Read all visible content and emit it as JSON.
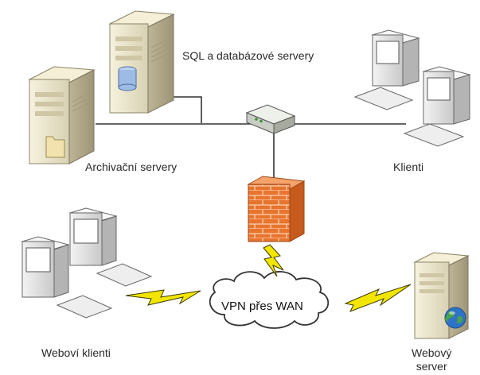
{
  "labels": {
    "sql": "SQL a databázové servery",
    "archive": "Archivační servery",
    "clients": "Klienti",
    "vpn": "VPN přes WAN",
    "web_clients": "Weboví klienti",
    "web_server_line1": "Webový",
    "web_server_line2": "server"
  },
  "colors": {
    "server_body": "#ece7cf",
    "monitor_body": "#e9e9e9",
    "screen": "#ffffff",
    "firewall": "#e8742e",
    "lightning": "#f2e600",
    "line": "#333333"
  },
  "icons": [
    "server-icon",
    "database-icon",
    "folder-icon",
    "router-icon",
    "firewall-icon",
    "cloud-icon",
    "lightning-icon",
    "computer-icon",
    "globe-icon"
  ]
}
